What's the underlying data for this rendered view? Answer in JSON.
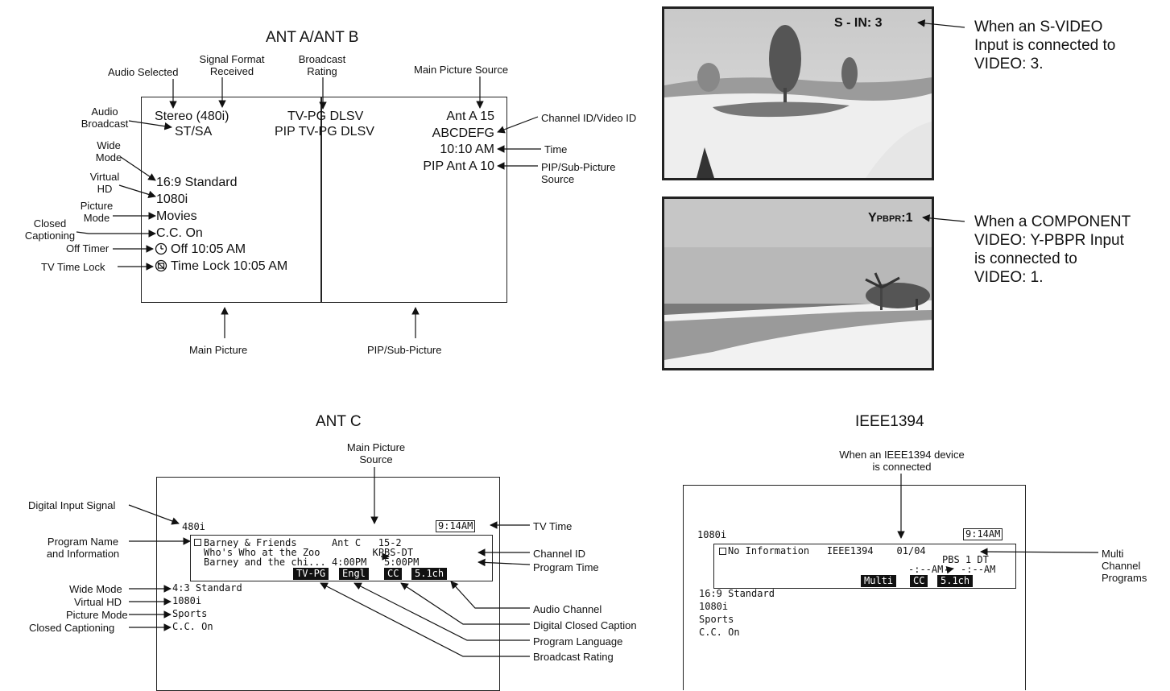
{
  "ant_ab": {
    "title": "ANT A/ANT B",
    "labels": {
      "audio_selected": "Audio Selected",
      "signal_format": "Signal Format\nReceived",
      "broadcast_rating": "Broadcast\nRating",
      "main_picture_source": "Main Picture Source",
      "audio_broadcast": "Audio\nBroadcast",
      "wide_mode": "Wide\nMode",
      "virtual_hd": "Virtual\nHD",
      "picture_mode": "Picture\nMode",
      "closed_captioning": "Closed\nCaptioning",
      "off_timer": "Off Timer",
      "tv_time_lock": "TV Time Lock",
      "channel_id_video_id": "Channel ID/Video ID",
      "time": "Time",
      "pip_sub_source": "PIP/Sub-Picture\nSource",
      "main_picture": "Main Picture",
      "pip_sub_picture": "PIP/Sub-Picture"
    },
    "osd": {
      "stereo": "Stereo (480i)",
      "st_sa": "ST/SA",
      "tvpg": "TV-PG DLSV",
      "pip_tvpg": "PIP TV-PG DLSV",
      "ant": "Ant A 15",
      "chid": "ABCDEFG",
      "time": "10:10 AM",
      "pip_ant": "PIP Ant A 10",
      "wide": "16:9 Standard",
      "vhd": "1080i",
      "pmode": "Movies",
      "cc": "C.C. On",
      "off": "Off 10:05 AM",
      "lock": "Time Lock 10:05 AM"
    }
  },
  "svideo": {
    "tag": "S - IN: 3",
    "callout": "When an S-VIDEO\nInput is connected to\nVIDEO: 3."
  },
  "component": {
    "tag_y": "Y",
    "tag_pb": "PB",
    "tag_pr": "PR",
    "tag_rest": ":1",
    "callout_l1": "When a COMPONENT",
    "callout_l2": "VIDEO: Y-PBPR Input",
    "callout_l3": "is connected to",
    "callout_l4": "VIDEO: 1."
  },
  "ant_c": {
    "title": "ANT C",
    "labels": {
      "main_picture_source": "Main Picture\nSource",
      "digital_input_signal": "Digital Input Signal",
      "program_name": "Program Name\nand Information",
      "wide_mode": "Wide Mode",
      "virtual_hd": "Virtual HD",
      "picture_mode": "Picture Mode",
      "closed_captioning": "Closed Captioning",
      "tv_time": "TV Time",
      "channel_id": "Channel ID",
      "program_time": "Program Time",
      "audio_channel": "Audio Channel",
      "digital_cc": "Digital Closed Caption",
      "program_language": "Program Language",
      "broadcast_rating": "Broadcast Rating"
    },
    "osd": {
      "signal": "480i",
      "tv_time": "9:14AM",
      "line1": "Barney & Friends      Ant C   15-2",
      "line2": "Who's Who at the Zoo         KPBS-DT",
      "line3": "Barney and the chi... 4:00PM   5:00PM",
      "badge_rating": "TV-PG",
      "badge_lang": "Engl",
      "badge_cc": "CC",
      "badge_audio": "5.1ch",
      "wide": "4:3 Standard",
      "vhd": "1080i",
      "pmode": "Sports",
      "cc": "C.C. On"
    }
  },
  "ieee": {
    "title": "IEEE1394",
    "callout": "When an IEEE1394 device\nis connected",
    "multi_label": "Multi\nChannel\nPrograms",
    "osd": {
      "signal": "1080i",
      "tv_time": "9:14AM",
      "line1": "No Information   IEEE1394    01/04",
      "line2": "PBS 1 DT",
      "line3": "-:--AM   -:--AM",
      "badge_multi": "Multi",
      "badge_cc": "CC",
      "badge_audio": "5.1ch",
      "wide": "16:9 Standard",
      "vhd": "1080i",
      "pmode": "Sports",
      "cc": "C.C. On"
    }
  }
}
